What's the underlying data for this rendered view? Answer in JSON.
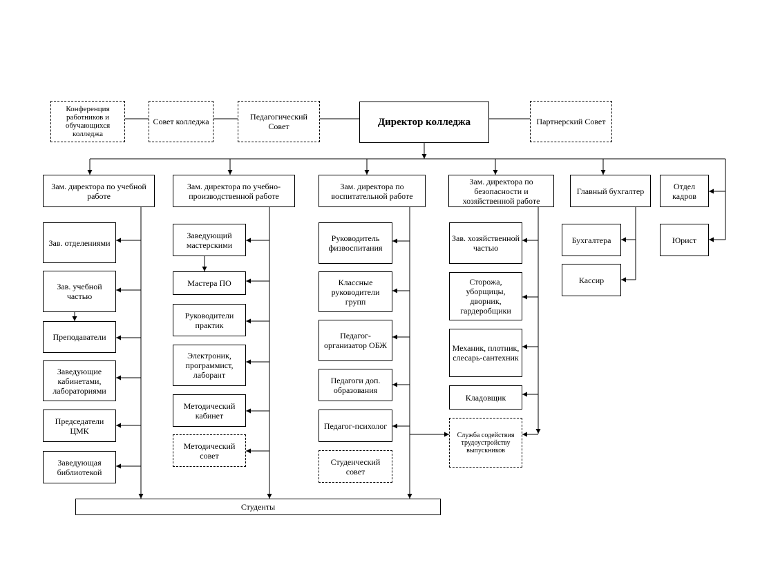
{
  "council_boxes": {
    "conference": "Конференция работников и обучающихся колледжа",
    "college_council": "Совет колледжа",
    "pedagogical_council": "Педагогический Совет",
    "director": "Директор колледжа",
    "partner_council": "Партнерский Совет"
  },
  "deputies": {
    "academic": "Зам. директора по учебной работе",
    "production": "Зам. директора по учебно-производственной работе",
    "educational": "Зам. директора по воспитательной работе",
    "safety": "Зам. директора по безопасности и хозяйственной работе",
    "accountant": "Главный бухгалтер",
    "hr": "Отдел кадров"
  },
  "academic_units": {
    "dept_heads": "Зав. отделениями",
    "study_head": "Зав. учебной частью",
    "teachers": "Преподаватели",
    "cabinet_heads": "Заведующие кабинетами, лабораториями",
    "cmk_chairs": "Председатели ЦМК",
    "library_head": "Заведующая библиотекой"
  },
  "production_units": {
    "workshop_head": "Заведующий мастерскими",
    "masters": "Мастера ПО",
    "practice_heads": "Руководители практик",
    "it_staff": "Электроник, программист, лаборант",
    "method_cabinet": "Методический кабинет",
    "method_council": "Методический совет"
  },
  "educational_units": {
    "pe_head": "Руководитель физвоспитания",
    "class_heads": "Классные руководители групп",
    "obzh": "Педагог-организатор ОБЖ",
    "extra_ed": "Педагоги доп. образования",
    "psychologist": "Педагог-психолог",
    "student_council": "Студенческий совет"
  },
  "safety_units": {
    "household_head": "Зав. хозяйственной частью",
    "guards": "Сторожа, уборщицы, дворник, гардеробщики",
    "mechanic": "Механик, плотник, слесарь-сантехник",
    "storekeeper": "Кладовщик",
    "employment_service": "Служба содействия трудоустройству выпускников"
  },
  "accounting_units": {
    "accountants": "Бухгалтера",
    "cashier": "Кассир"
  },
  "hr_units": {
    "lawyer": "Юрист"
  },
  "students": "Студенты"
}
